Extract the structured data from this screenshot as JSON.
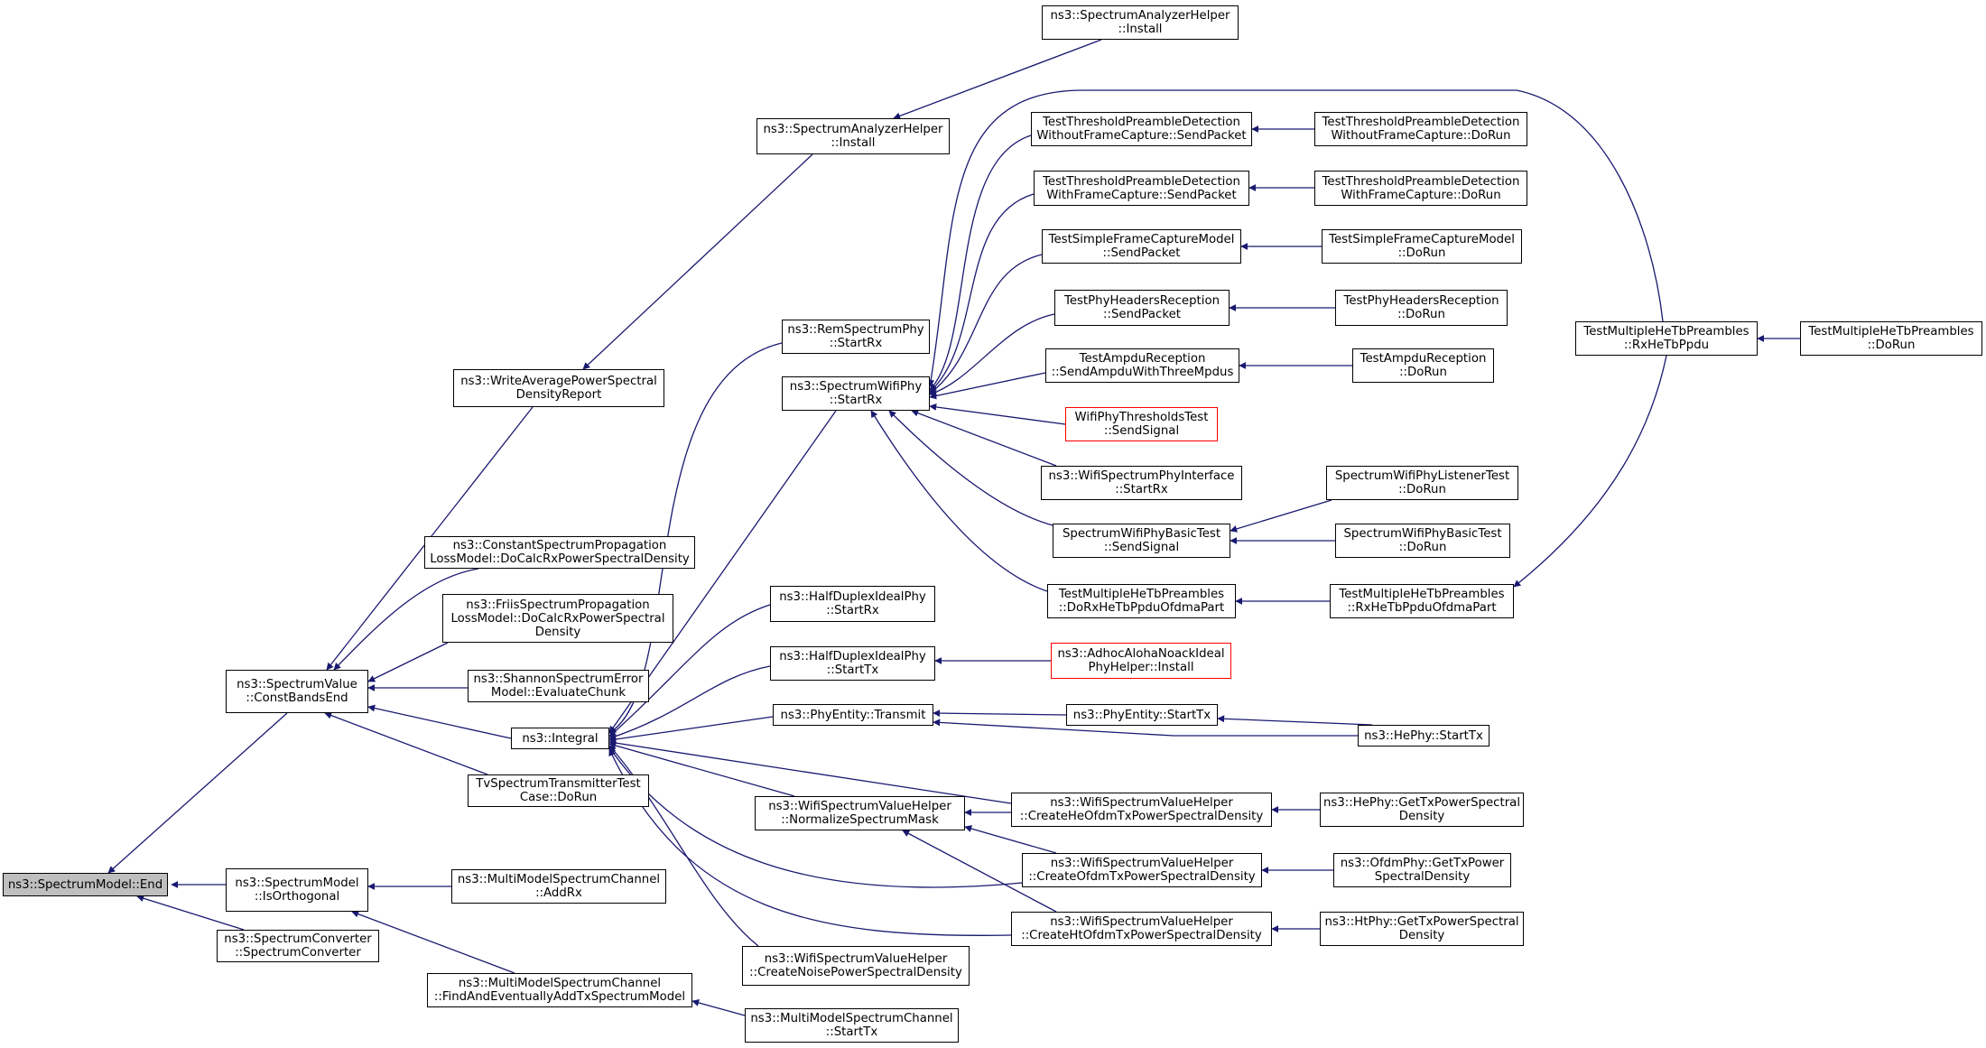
{
  "colors": {
    "edge": "#191970",
    "node_border": "#000000",
    "truncated_border": "#ff0000",
    "root_fill": "#bfbfbf",
    "node_fill": "#ffffff"
  },
  "nodes": [
    {
      "id": "end",
      "lines": [
        "ns3::SpectrumModel::End"
      ],
      "root": true
    },
    {
      "id": "cbe",
      "lines": [
        "ns3::SpectrumValue",
        "::ConstBandsEnd"
      ]
    },
    {
      "id": "isorth",
      "lines": [
        "ns3::SpectrumModel",
        "::IsOrthogonal"
      ]
    },
    {
      "id": "spconv",
      "lines": [
        "ns3::SpectrumConverter",
        "::SpectrumConverter"
      ]
    },
    {
      "id": "wapsdr",
      "lines": [
        "ns3::WriteAveragePowerSpectral",
        "DensityReport"
      ]
    },
    {
      "id": "constprop",
      "lines": [
        "ns3::ConstantSpectrumPropagation",
        "LossModel::DoCalcRxPowerSpectralDensity"
      ]
    },
    {
      "id": "friis",
      "lines": [
        "ns3::FriisSpectrumPropagation",
        "LossModel::DoCalcRxPowerSpectral",
        "Density"
      ]
    },
    {
      "id": "shannon",
      "lines": [
        "ns3::ShannonSpectrumError",
        "Model::EvaluateChunk"
      ]
    },
    {
      "id": "integral",
      "lines": [
        "ns3::Integral"
      ]
    },
    {
      "id": "tvspec",
      "lines": [
        "TvSpectrumTransmitterTest",
        "Case::DoRun"
      ]
    },
    {
      "id": "mmaddrx",
      "lines": [
        "ns3::MultiModelSpectrumChannel",
        "::AddRx"
      ]
    },
    {
      "id": "mmfind",
      "lines": [
        "ns3::MultiModelSpectrumChannel",
        "::FindAndEventuallyAddTxSpectrumModel"
      ]
    },
    {
      "id": "sahinst1",
      "lines": [
        "ns3::SpectrumAnalyzerHelper",
        "::Install"
      ]
    },
    {
      "id": "sahinst2",
      "lines": [
        "ns3::SpectrumAnalyzerHelper",
        "::Install"
      ]
    },
    {
      "id": "remstartrx",
      "lines": [
        "ns3::RemSpectrumPhy",
        "::StartRx"
      ]
    },
    {
      "id": "swpstartrx",
      "lines": [
        "ns3::SpectrumWifiPhy",
        "::StartRx"
      ]
    },
    {
      "id": "hdstartrx",
      "lines": [
        "ns3::HalfDuplexIdealPhy",
        "::StartRx"
      ]
    },
    {
      "id": "hdstarttx",
      "lines": [
        "ns3::HalfDuplexIdealPhy",
        "::StartTx"
      ]
    },
    {
      "id": "petransmit",
      "lines": [
        "ns3::PhyEntity::Transmit"
      ]
    },
    {
      "id": "normmask",
      "lines": [
        "ns3::WifiSpectrumValueHelper",
        "::NormalizeSpectrumMask"
      ]
    },
    {
      "id": "noisepsd",
      "lines": [
        "ns3::WifiSpectrumValueHelper",
        "::CreateNoisePowerSpectralDensity"
      ]
    },
    {
      "id": "mmstarttx",
      "lines": [
        "ns3::MultiModelSpectrumChannel",
        "::StartTx"
      ]
    },
    {
      "id": "ttpdwo",
      "lines": [
        "TestThresholdPreambleDetection",
        "WithoutFrameCapture::SendPacket"
      ]
    },
    {
      "id": "ttpdw",
      "lines": [
        "TestThresholdPreambleDetection",
        "WithFrameCapture::SendPacket"
      ]
    },
    {
      "id": "tsfcm",
      "lines": [
        "TestSimpleFrameCaptureModel",
        "::SendPacket"
      ]
    },
    {
      "id": "tphr",
      "lines": [
        "TestPhyHeadersReception",
        "::SendPacket"
      ]
    },
    {
      "id": "tampdu",
      "lines": [
        "TestAmpduReception",
        "::SendAmpduWithThreeMpdus"
      ]
    },
    {
      "id": "wptt",
      "lines": [
        "WifiPhyThresholdsTest",
        "::SendSignal"
      ],
      "truncated": true
    },
    {
      "id": "wspi",
      "lines": [
        "ns3::WifiSpectrumPhyInterface",
        "::StartRx"
      ]
    },
    {
      "id": "swpbt",
      "lines": [
        "SpectrumWifiPhyBasicTest",
        "::SendSignal"
      ]
    },
    {
      "id": "tmhtpofdma",
      "lines": [
        "TestMultipleHeTbPreambles",
        "::DoRxHeTbPpduOfdmaPart"
      ]
    },
    {
      "id": "adhoc",
      "lines": [
        "ns3::AdhocAlohaNoackIdeal",
        "PhyHelper::Install"
      ],
      "truncated": true
    },
    {
      "id": "pestarttx",
      "lines": [
        "ns3::PhyEntity::StartTx"
      ]
    },
    {
      "id": "heofdm",
      "lines": [
        "ns3::WifiSpectrumValueHelper",
        "::CreateHeOfdmTxPowerSpectralDensity"
      ]
    },
    {
      "id": "ofdm",
      "lines": [
        "ns3::WifiSpectrumValueHelper",
        "::CreateOfdmTxPowerSpectralDensity"
      ]
    },
    {
      "id": "htofdm",
      "lines": [
        "ns3::WifiSpectrumValueHelper",
        "::CreateHtOfdmTxPowerSpectralDensity"
      ]
    },
    {
      "id": "ttpdwo_run",
      "lines": [
        "TestThresholdPreambleDetection",
        "WithoutFrameCapture::DoRun"
      ]
    },
    {
      "id": "ttpdw_run",
      "lines": [
        "TestThresholdPreambleDetection",
        "WithFrameCapture::DoRun"
      ]
    },
    {
      "id": "tsfcm_run",
      "lines": [
        "TestSimpleFrameCaptureModel",
        "::DoRun"
      ]
    },
    {
      "id": "tphr_run",
      "lines": [
        "TestPhyHeadersReception",
        "::DoRun"
      ]
    },
    {
      "id": "tampdu_run",
      "lines": [
        "TestAmpduReception",
        "::DoRun"
      ]
    },
    {
      "id": "swplt_run",
      "lines": [
        "SpectrumWifiPhyListenerTest",
        "::DoRun"
      ]
    },
    {
      "id": "swpbt_run",
      "lines": [
        "SpectrumWifiPhyBasicTest",
        "::DoRun"
      ]
    },
    {
      "id": "tmhtrxofdma",
      "lines": [
        "TestMultipleHeTbPreambles",
        "::RxHeTbPpduOfdmaPart"
      ]
    },
    {
      "id": "hestarttx",
      "lines": [
        "ns3::HePhy::StartTx"
      ]
    },
    {
      "id": "hegettx",
      "lines": [
        "ns3::HePhy::GetTxPowerSpectral",
        "Density"
      ]
    },
    {
      "id": "ofdmgettx",
      "lines": [
        "ns3::OfdmPhy::GetTxPower",
        "SpectralDensity"
      ]
    },
    {
      "id": "htgettx",
      "lines": [
        "ns3::HtPhy::GetTxPowerSpectral",
        "Density"
      ]
    },
    {
      "id": "tmhtrx",
      "lines": [
        "TestMultipleHeTbPreambles",
        "::RxHeTbPpdu"
      ]
    },
    {
      "id": "tmhtrun",
      "lines": [
        "TestMultipleHeTbPreambles",
        "::DoRun"
      ]
    }
  ]
}
